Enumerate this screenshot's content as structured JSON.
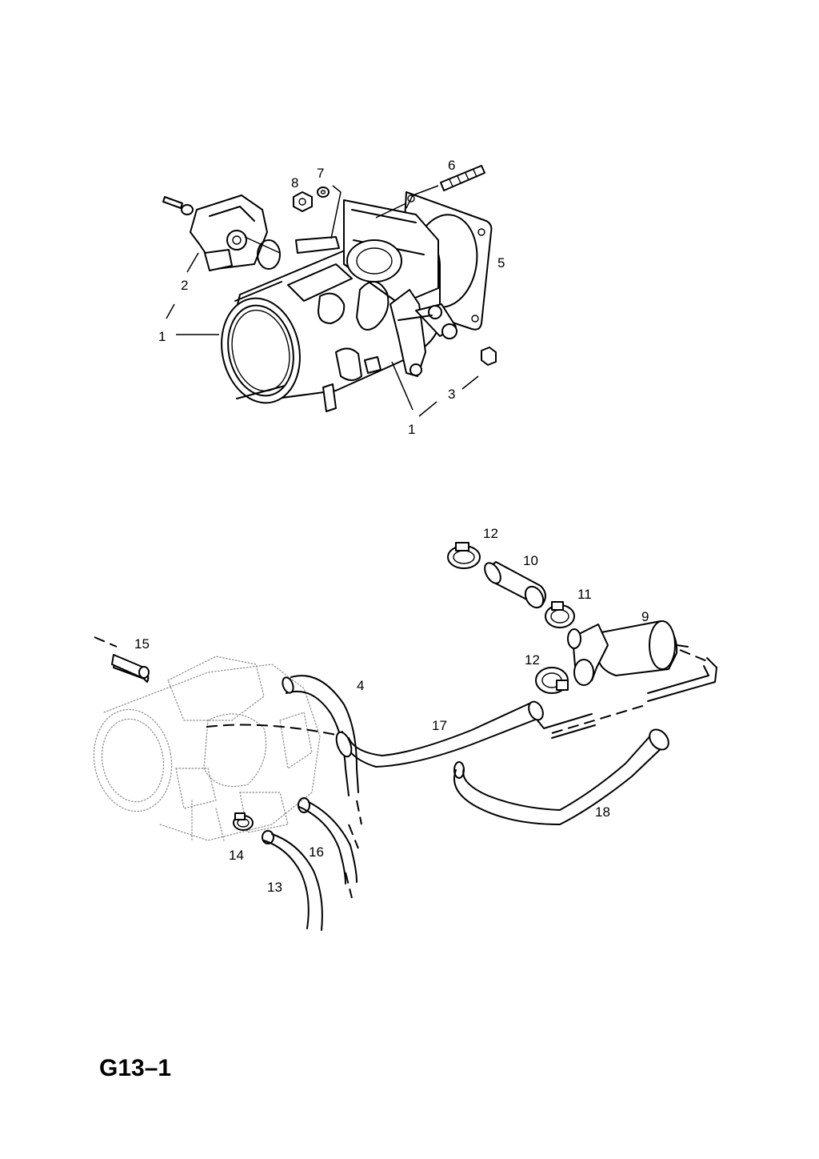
{
  "page_code": "G13–1",
  "callouts": {
    "c1a": "1",
    "c1b": "1",
    "c2": "2",
    "c3": "3",
    "c4": "4",
    "c5": "5",
    "c6": "6",
    "c7": "7",
    "c8": "8",
    "c9": "9",
    "c10": "10",
    "c11": "11",
    "c12a": "12",
    "c12b": "12",
    "c13": "13",
    "c14": "14",
    "c15": "15",
    "c16": "16",
    "c17": "17",
    "c18": "18"
  }
}
